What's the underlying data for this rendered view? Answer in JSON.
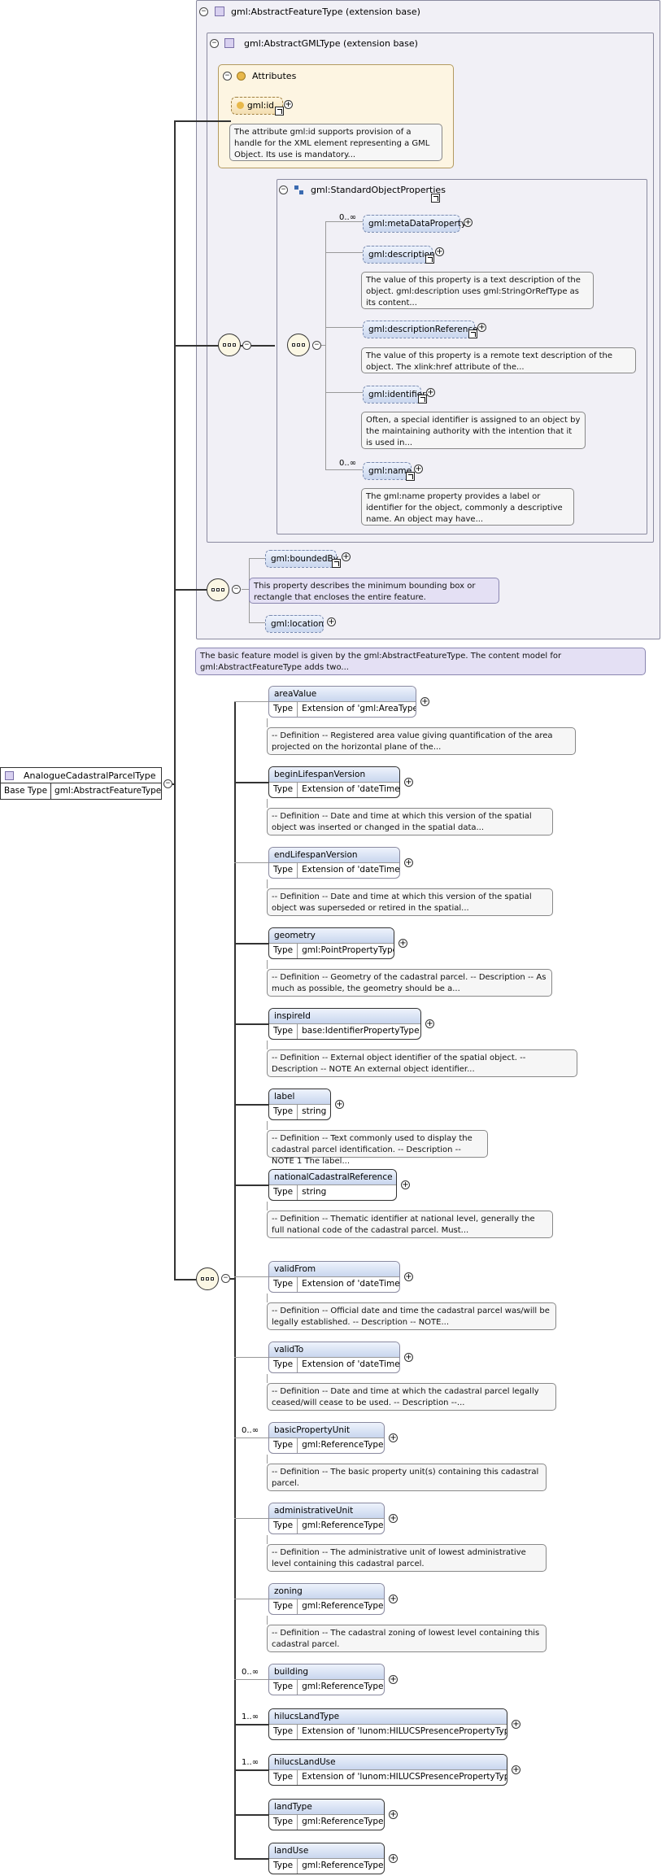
{
  "root": {
    "name": "AnalogueCadastralParcelType",
    "base_label": "Base Type",
    "base_value": "gml:AbstractFeatureType"
  },
  "abstract_feature": {
    "title": "gml:AbstractFeatureType (extension base)",
    "doc": "The basic feature model is given by the gml:AbstractFeatureType. The content model for gml:AbstractFeatureType adds two..."
  },
  "abstract_gml": {
    "title": "gml:AbstractGMLType (extension base)"
  },
  "attributes": {
    "title": "Attributes",
    "id_label": "gml:id",
    "id_doc": "The attribute gml:id supports provision of a handle for the XML element representing a GML Object. Its use is mandatory..."
  },
  "standard_props": {
    "title": "gml:StandardObjectProperties",
    "items": [
      {
        "name": "gml:metaDataProperty",
        "occ": "0..∞",
        "doc": ""
      },
      {
        "name": "gml:description",
        "occ": "",
        "doc": "The value of this property is a text description of the object. gml:description uses gml:StringOrRefType as its content..."
      },
      {
        "name": "gml:descriptionReference",
        "occ": "",
        "doc": "The value of this property is a remote text description of the object. The xlink:href attribute of the..."
      },
      {
        "name": "gml:identifier",
        "occ": "",
        "doc": "Often, a special identifier is assigned to an object by the maintaining authority with the intention that it is used in..."
      },
      {
        "name": "gml:name",
        "occ": "0..∞",
        "doc": "The gml:name property provides a label or identifier for the object, commonly a descriptive name. An object may have..."
      }
    ]
  },
  "bounded": {
    "items": [
      {
        "name": "gml:boundedBy",
        "doc": "This property describes the minimum bounding box or rectangle that encloses the entire feature."
      },
      {
        "name": "gml:location",
        "doc": ""
      }
    ]
  },
  "type_label": "Type",
  "elements": [
    {
      "name": "areaValue",
      "occ": "",
      "type": "Extension of 'gml:AreaType'",
      "doc": "-- Definition -- Registered area value giving quantification of the area projected on the horizontal plane of the..."
    },
    {
      "name": "beginLifespanVersion",
      "occ": "",
      "type": "Extension of 'dateTime'",
      "doc": "-- Definition -- Date and time at which this version of the spatial object was inserted or changed in the spatial data..."
    },
    {
      "name": "endLifespanVersion",
      "occ": "",
      "type": "Extension of 'dateTime'",
      "doc": "-- Definition -- Date and time at which this version of the spatial object was superseded or retired in the spatial..."
    },
    {
      "name": "geometry",
      "occ": "",
      "type": "gml:PointPropertyType",
      "doc": "-- Definition -- Geometry of the cadastral parcel. -- Description -- As much as possible, the geometry should be a..."
    },
    {
      "name": "inspireId",
      "occ": "",
      "type": "base:IdentifierPropertyType",
      "doc": "-- Definition -- External object identifier of the spatial object. -- Description -- NOTE An external object identifier..."
    },
    {
      "name": "label",
      "occ": "",
      "type": "string",
      "doc": "-- Definition -- Text commonly used to display the cadastral parcel identification. -- Description -- NOTE 1 The label..."
    },
    {
      "name": "nationalCadastralReference",
      "occ": "",
      "type": "string",
      "doc": "-- Definition -- Thematic identifier at national level, generally the full national code of the cadastral parcel. Must..."
    },
    {
      "name": "validFrom",
      "occ": "",
      "type": "Extension of 'dateTime'",
      "doc": "-- Definition -- Official date and time the cadastral parcel was/will be legally established. -- Description -- NOTE..."
    },
    {
      "name": "validTo",
      "occ": "",
      "type": "Extension of 'dateTime'",
      "doc": "-- Definition -- Date and time at which the cadastral parcel legally ceased/will cease to be used. -- Description --..."
    },
    {
      "name": "basicPropertyUnit",
      "occ": "0..∞",
      "type": "gml:ReferenceType",
      "doc": "-- Definition -- The basic property unit(s) containing this cadastral parcel."
    },
    {
      "name": "administrativeUnit",
      "occ": "",
      "type": "gml:ReferenceType",
      "doc": "-- Definition -- The administrative unit of lowest administrative level containing this cadastral parcel."
    },
    {
      "name": "zoning",
      "occ": "",
      "type": "gml:ReferenceType",
      "doc": "-- Definition -- The cadastral zoning of lowest level containing this cadastral parcel."
    },
    {
      "name": "building",
      "occ": "0..∞",
      "type": "gml:ReferenceType",
      "doc": ""
    },
    {
      "name": "hilucsLandType",
      "occ": "1..∞",
      "type": "Extension of 'lunom:HILUCSPresencePropertyType'",
      "doc": ""
    },
    {
      "name": "hilucsLandUse",
      "occ": "1..∞",
      "type": "Extension of 'lunom:HILUCSPresencePropertyType'",
      "doc": ""
    },
    {
      "name": "landType",
      "occ": "",
      "type": "gml:ReferenceType",
      "doc": ""
    },
    {
      "name": "landUse",
      "occ": "",
      "type": "gml:ReferenceType",
      "doc": ""
    }
  ]
}
